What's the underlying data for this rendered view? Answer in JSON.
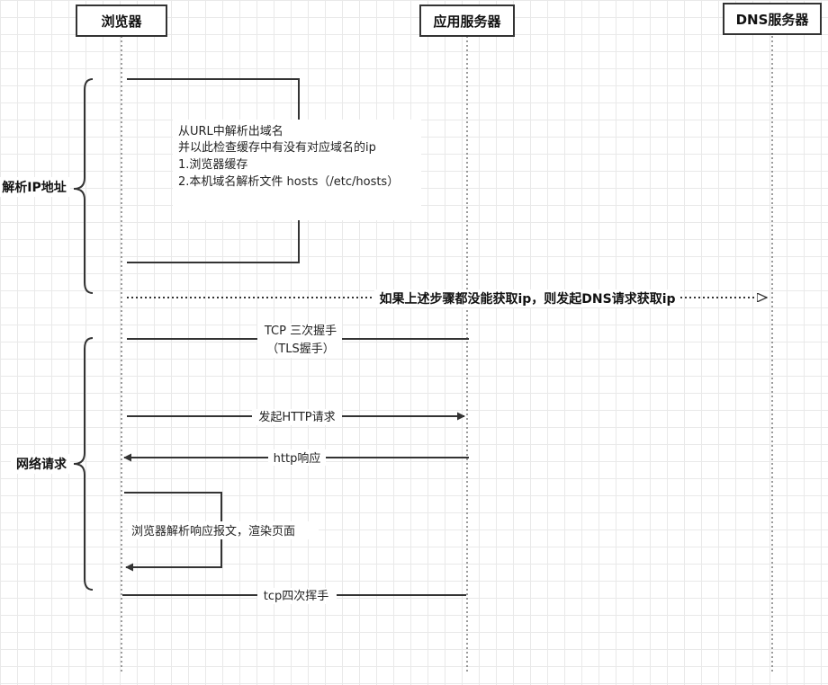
{
  "actors": {
    "browser": "浏览器",
    "app_server": "应用服务器",
    "dns_server": "DNS服务器"
  },
  "groups": {
    "resolve_ip": "解析IP地址",
    "network_request": "网络请求"
  },
  "note": {
    "line1": "从URL中解析出域名",
    "line2": "并以此检查缓存中有没有对应域名的ip",
    "line3": "1.浏览器缓存",
    "line4": "2.本机域名解析文件 hosts（/etc/hosts）"
  },
  "messages": {
    "dns_request": "如果上述步骤都没能获取ip，则发起DNS请求获取ip",
    "tcp_handshake_1": "TCP 三次握手",
    "tcp_handshake_2": "（TLS握手）",
    "http_request": "发起HTTP请求",
    "http_response": "http响应",
    "render": "浏览器解析响应报文，渲染页面",
    "tcp_close": "tcp四次挥手"
  }
}
